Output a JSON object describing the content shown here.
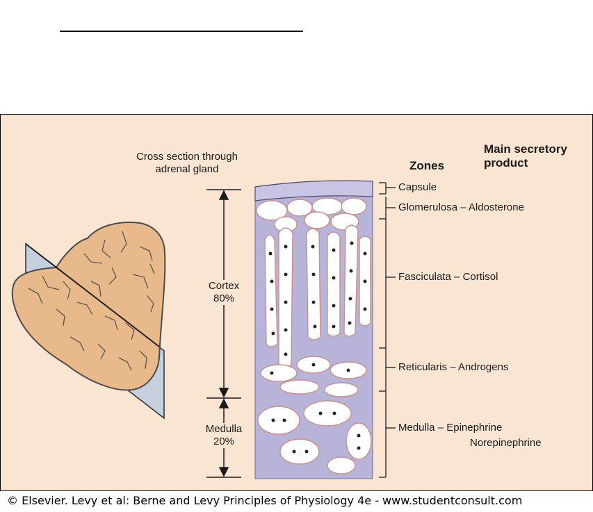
{
  "labels": {
    "cross_section_line1": "Cross section through",
    "cross_section_line2": "adrenal gland",
    "zones_header": "Zones",
    "product_header_line1": "Main secretory",
    "product_header_line2": "product",
    "cortex_line1": "Cortex",
    "cortex_line2": "80%",
    "medulla_line1": "Medulla",
    "medulla_line2": "20%"
  },
  "zones": [
    {
      "zone": "Capsule",
      "product": ""
    },
    {
      "zone": "Glomerulosa",
      "product": "Aldosterone"
    },
    {
      "zone": "Fasciculata",
      "product": "Cortisol"
    },
    {
      "zone": "Reticularis",
      "product": "Androgens"
    },
    {
      "zone": "Medulla",
      "product": "Epinephrine",
      "product_line2": "Norepinephrine"
    }
  ],
  "caption": "© Elsevier. Levy et al: Berne and Levy Principles of Physiology 4e - www.studentconsult.com",
  "colors": {
    "background": "#fae5d3",
    "tissue": "#b8b3d9",
    "gland": "#e8b98a",
    "plane": "#c6cfde",
    "cell_outline": "#f2d4cf"
  }
}
